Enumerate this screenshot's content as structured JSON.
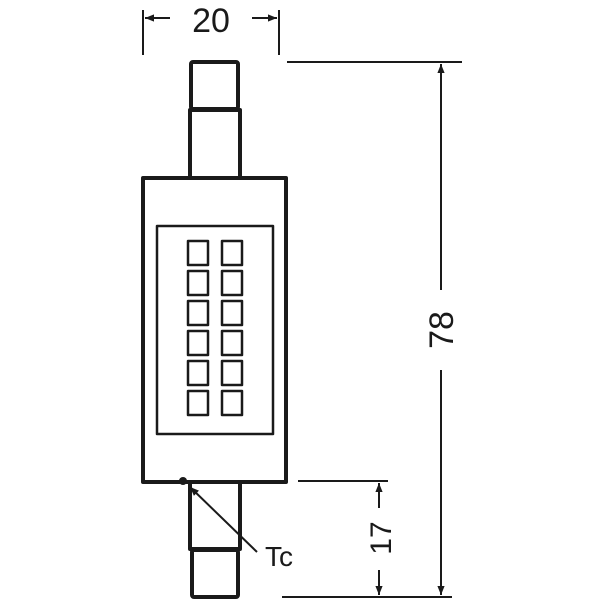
{
  "dimensions": {
    "width_label": "20",
    "height_label": "78",
    "base_label": "17",
    "tc_label": "Tc"
  },
  "led_grid": {
    "columns": 2,
    "rows": 6
  },
  "colors": {
    "stroke": "#1a1a1a",
    "background": "#ffffff"
  }
}
